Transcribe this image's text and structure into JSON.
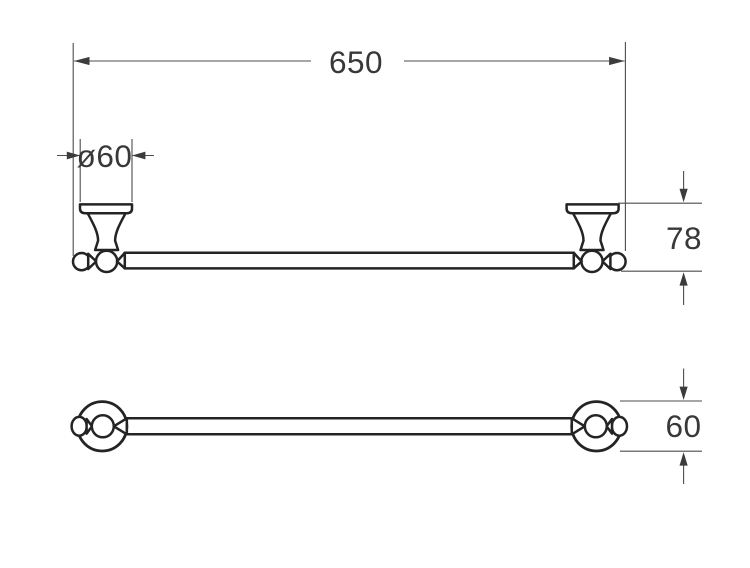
{
  "drawing": {
    "type": "technical-dimension-drawing",
    "subject": "wall-mounted towel bar shown in front elevation and plan view",
    "views": {
      "front": "front elevation with two wall brackets and bar",
      "plan": "top-down view with two round wall rosettes and bar"
    },
    "dimensions": {
      "overall_length": "650",
      "flange_diameter": "ø60",
      "mount_height": "78",
      "mount_depth": "60"
    },
    "colors": {
      "background": "#ffffff",
      "object_outline": "#242424",
      "dimension_lines": "#4d4d4d",
      "dimension_text": "#383838"
    }
  }
}
